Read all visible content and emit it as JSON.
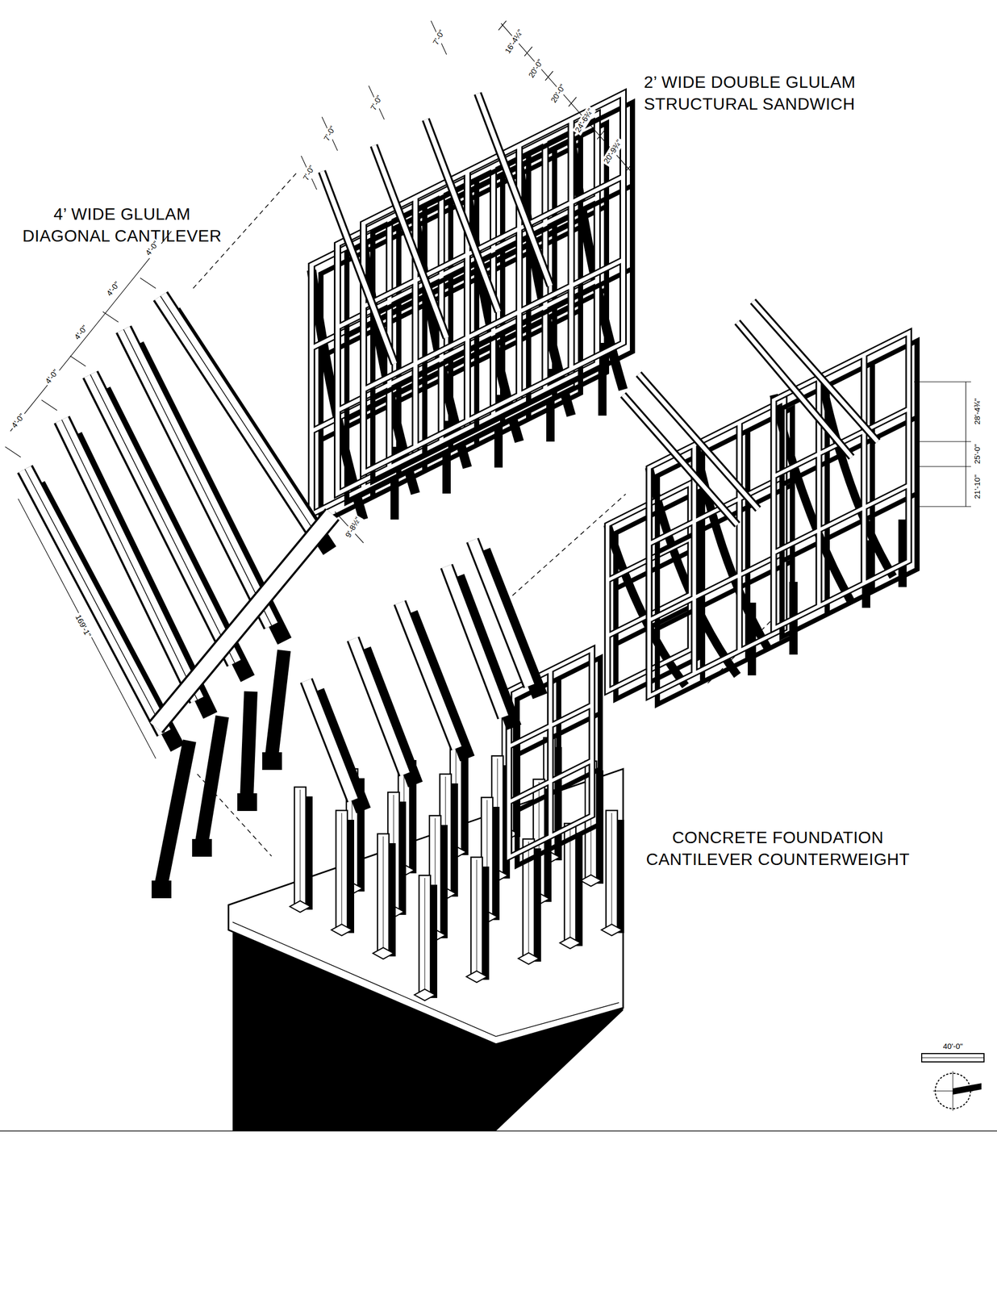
{
  "diagram": {
    "labels": [
      "2’ WIDE DOUBLE GLULAM STRUCTURAL SANDWICH",
      "4’ WIDE GLULAM DIAGONAL CANTILEVER",
      "CONCRETE FOUNDATION CANTILEVER COUNTERWEIGHT",
      "7'-0\"",
      "7'-0\"",
      "7'-0\"",
      "7'-0\"",
      "16'-4¼\"",
      "20'-0\"",
      "20'-0\"",
      "24'-6¾\"",
      "20'-9¾\"",
      "4'-0\"",
      "4'-0\"",
      "4'-0\"",
      "4'-0\"",
      "4'-0\"",
      "169'-1\"",
      "9'-8½\"",
      "28'-4¾\"",
      "25'-0\"",
      "21'-10\"",
      "40'-0\""
    ]
  }
}
